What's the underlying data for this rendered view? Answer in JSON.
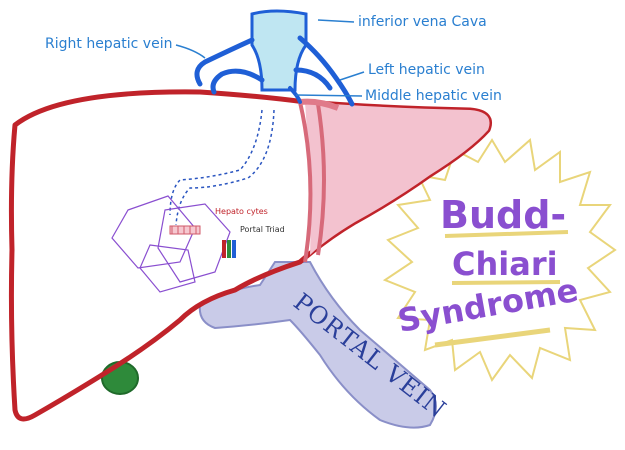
{
  "labels": {
    "ivc": "inferior vena Cava",
    "rhv": "Right hepatic vein",
    "lhv": "Left hepatic vein",
    "mhv": "Middle hepatic vein",
    "hepatocytes": "Hepato cytes",
    "portal_triad": "Portal Triad",
    "portal_vein": "PORTAL VEIN"
  },
  "title": {
    "line1": "Budd-",
    "line2": "Chiari",
    "line3": "Syndrome"
  },
  "colors": {
    "liver_outline": "#c0232a",
    "left_lobe_fill": "#f3c2cf",
    "vein_blue": "#1f5fd6",
    "ivc_fill": "#bfe6f2",
    "portal_fill": "#c9cbe8",
    "label_blue": "#2a7fd0",
    "title_purple": "#8a4fd0",
    "burst_yellow": "#f0e09a",
    "gallbladder": "#2e8a3a"
  }
}
